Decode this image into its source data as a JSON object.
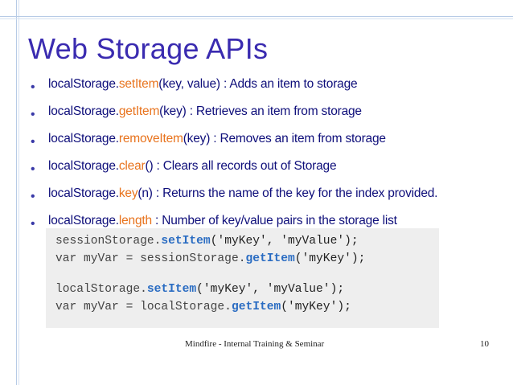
{
  "slide": {
    "title": "Web Storage APIs",
    "bullets": [
      {
        "prefix": "localStorage.",
        "method": "setItem",
        "rest": "(key, value) : Adds an item to storage"
      },
      {
        "prefix": "localStorage.",
        "method": "getItem",
        "rest": "(key) : Retrieves an item from storage"
      },
      {
        "prefix": "localStorage.",
        "method": "removeItem",
        "rest": "(key) : Removes an item from storage"
      },
      {
        "prefix": "localStorage.",
        "method": "clear",
        "rest": "() : Clears all records out of Storage"
      },
      {
        "prefix": "localStorage.",
        "method": "key",
        "rest": "(n) : Returns the name of the key for the index provided."
      },
      {
        "prefix": "localStorage.",
        "method": "length",
        "rest": " : Number of key/value pairs in the storage list"
      }
    ],
    "code": [
      {
        "a": "sessionStorage.",
        "m": "setItem",
        "b": "('myKey', 'myValue');"
      },
      {
        "a": "var myVar = sessionStorage.",
        "m": "getItem",
        "b": "('myKey');"
      },
      {
        "a": "localStorage.",
        "m": "setItem",
        "b": "('myKey', 'myValue');"
      },
      {
        "a": "var myVar = localStorage.",
        "m": "getItem",
        "b": "('myKey');"
      }
    ],
    "footer": "Mindfire - Internal Training & Seminar",
    "page_number": "10",
    "colors": {
      "title": "#3a2bb0",
      "bullet_text": "#0e0e7a",
      "method": "#e8731d",
      "code_method": "#2a6cc2"
    }
  }
}
